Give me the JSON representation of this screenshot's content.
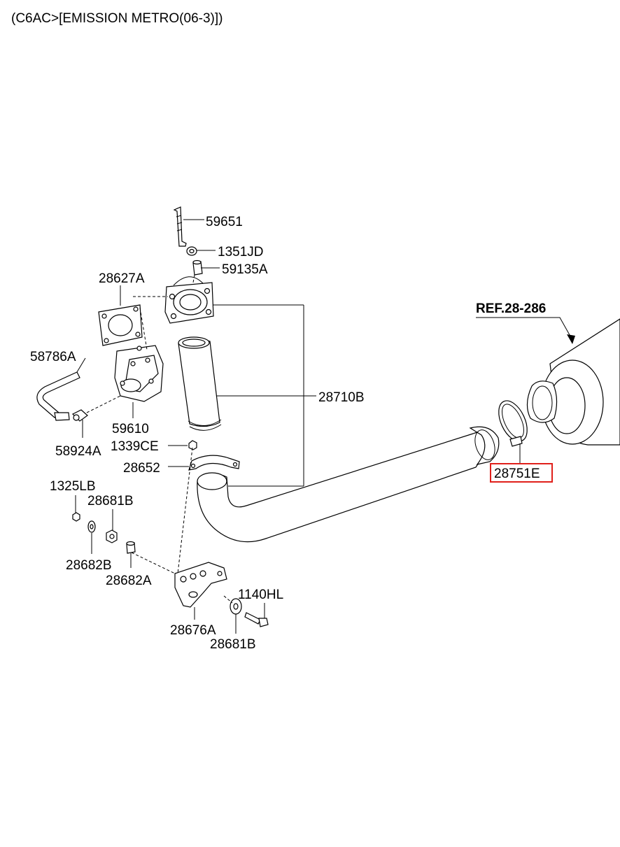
{
  "header": {
    "title": "(C6AC>[EMISSION METRO(06-3)])"
  },
  "reference": {
    "label": "REF.28-286"
  },
  "callouts": {
    "c59651": "59651",
    "c1351JD": "1351JD",
    "c59135A": "59135A",
    "c28627A": "28627A",
    "c58786A": "58786A",
    "c59610": "59610",
    "c58924A": "58924A",
    "c1339CE": "1339CE",
    "c28652": "28652",
    "c28710B": "28710B",
    "c28751E": "28751E",
    "c1325LB": "1325LB",
    "c28681B_top": "28681B",
    "c28682B": "28682B",
    "c28682A": "28682A",
    "c1140HL": "1140HL",
    "c28676A": "28676A",
    "c28681B_bottom": "28681B"
  },
  "highlight": {
    "color": "#e0201b",
    "part": "28751E"
  }
}
